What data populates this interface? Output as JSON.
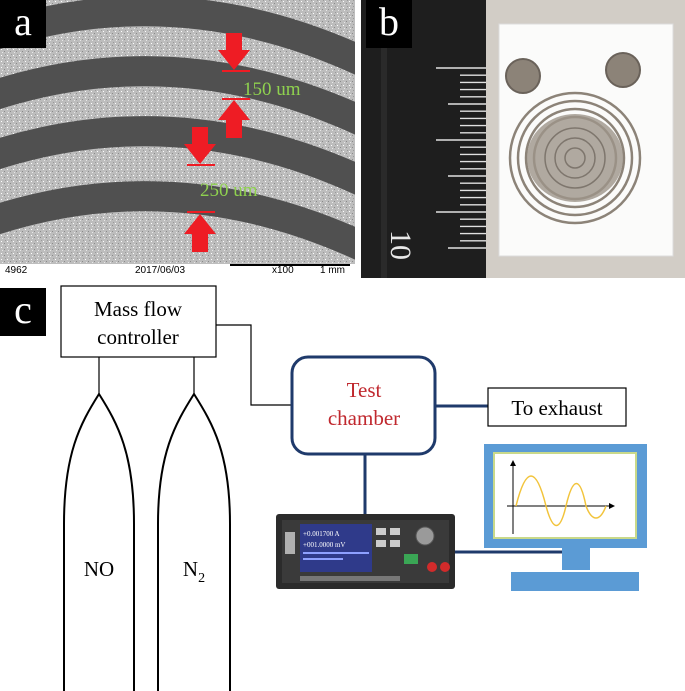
{
  "panel_a": {
    "label": "a",
    "dim_top": "150 um",
    "dim_bottom": "250 um",
    "caption": {
      "id": "4962",
      "date": "2017/06/03",
      "mag": "x100",
      "scale": "1 mm"
    }
  },
  "panel_b": {
    "label": "b",
    "ruler_number": "10"
  },
  "panel_c": {
    "label": "c",
    "mfc_line1": "Mass flow",
    "mfc_line2": "controller",
    "chamber_line1": "Test",
    "chamber_line2": "chamber",
    "exhaust": "To exhaust",
    "gas1": "NO",
    "gas2_base": "N",
    "gas2_sub": "2",
    "meter_line1": "+0.001700  A",
    "meter_line2": "+001.0000 mV"
  },
  "colors": {
    "chamber_border": "#1f3a6b",
    "chamber_text": "#c0282e",
    "dim_text": "#8fd14f",
    "arrow": "#ee1c24",
    "monitor": "#5b9bd5",
    "monitor_screen_border": "#c9d98a",
    "signal": "#f2c43c"
  }
}
